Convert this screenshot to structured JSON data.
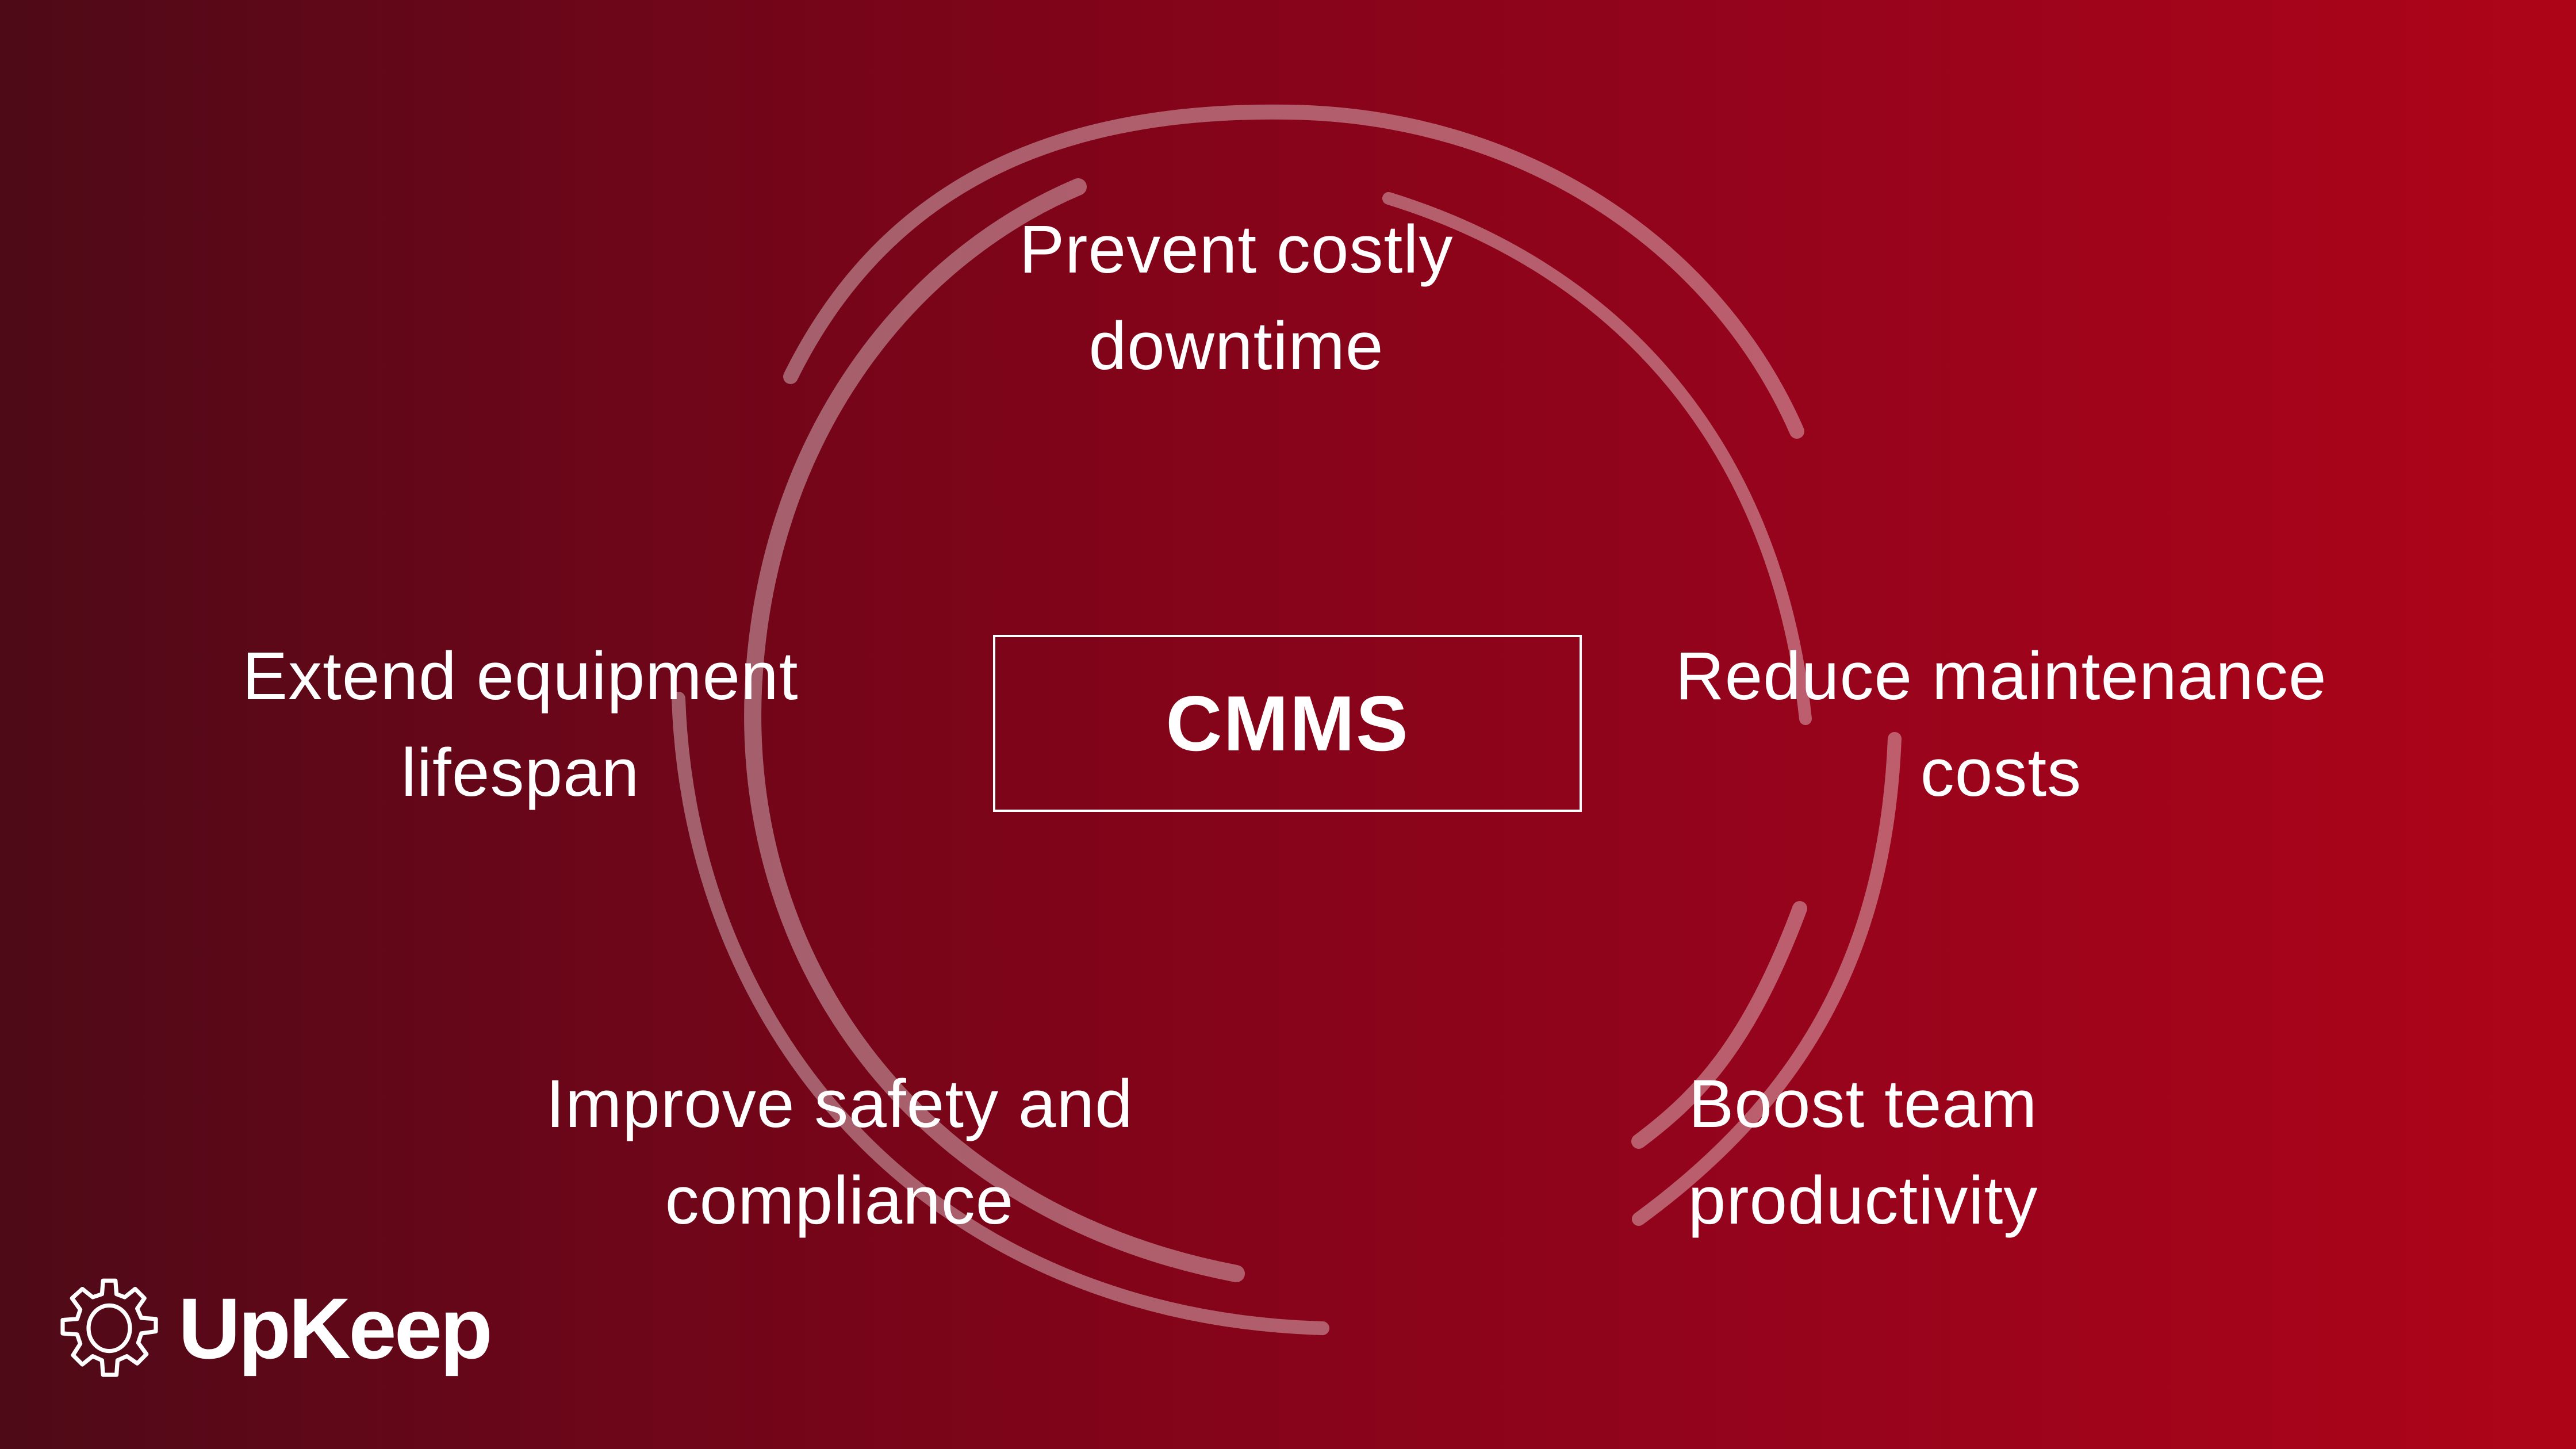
{
  "diagram": {
    "center": {
      "label": "CMMS"
    },
    "benefits": [
      {
        "id": "top",
        "lines": [
          "Prevent costly",
          "downtime"
        ]
      },
      {
        "id": "left",
        "lines": [
          "Extend equipment",
          "lifespan"
        ]
      },
      {
        "id": "right",
        "lines": [
          "Reduce maintenance",
          "costs"
        ]
      },
      {
        "id": "bottom-left",
        "lines": [
          "Improve safety and",
          "compliance"
        ]
      },
      {
        "id": "bottom-right",
        "lines": [
          "Boost team",
          "productivity"
        ]
      }
    ]
  },
  "brand": {
    "name": "UpKeep",
    "icon": "gear-icon"
  },
  "colors": {
    "gradient_start": "#4e0a17",
    "gradient_end": "#ae0418",
    "arc_stroke": "rgba(255,255,255,0.35)",
    "text": "#ffffff"
  }
}
